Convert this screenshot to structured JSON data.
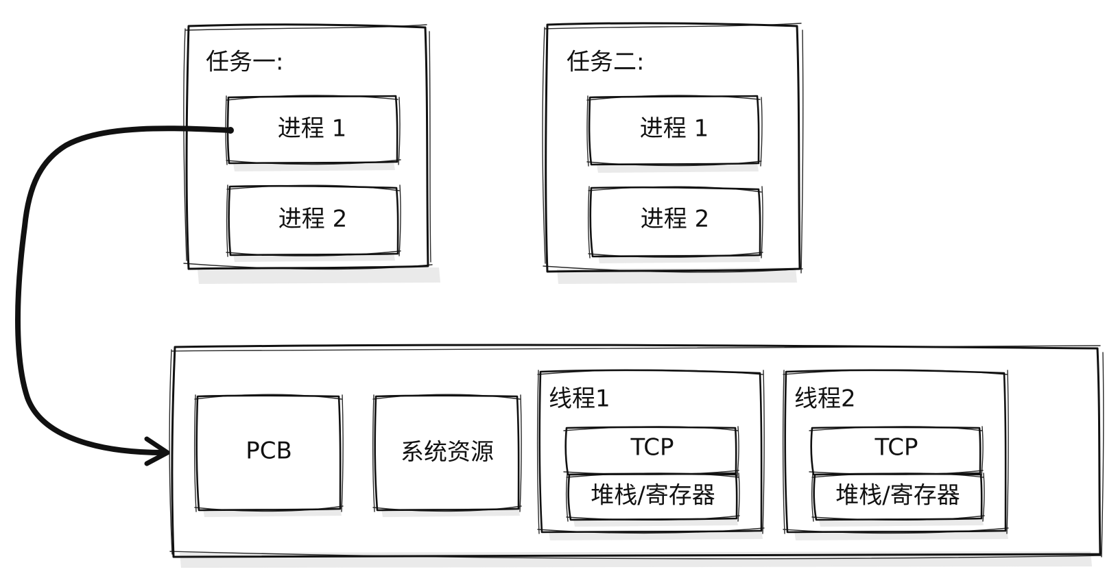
{
  "task1": {
    "title": "任务一:",
    "process1": "进程 1",
    "process2": "进程 2"
  },
  "task2": {
    "title": "任务二:",
    "process1": "进程 1",
    "process2": "进程 2"
  },
  "process_detail": {
    "pcb": "PCB",
    "system_resources": "系统资源",
    "thread1": {
      "title": "线程1",
      "tcp": "TCP",
      "stack": "堆栈/寄存器"
    },
    "thread2": {
      "title": "线程2",
      "tcp": "TCP",
      "stack": "堆栈/寄存器"
    }
  }
}
